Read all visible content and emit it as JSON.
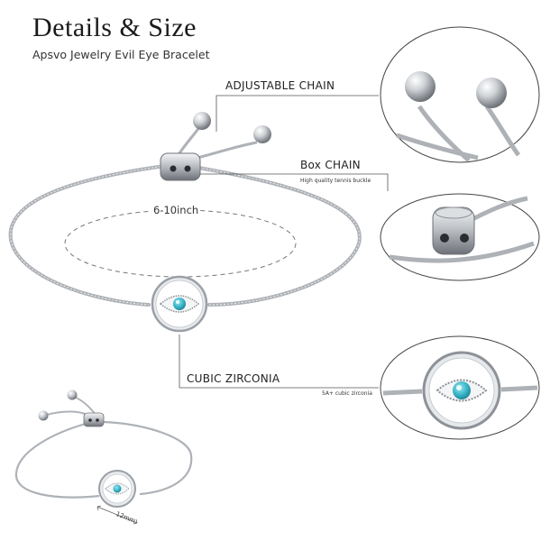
{
  "header": {
    "title": "Details & Size",
    "subtitle": "Apsvo Jewelry Evil Eye Bracelet"
  },
  "callouts": {
    "adjustable_chain": "ADJUSTABLE CHAIN",
    "box_chain": "Box CHAIN",
    "box_chain_note": "High quality tennis buckle",
    "cubic_zirconia": "CUBIC ZIRCONIA",
    "cubic_zirconia_note": "5A+ cubic zirconia"
  },
  "measurements": {
    "size_range": "6-10inch",
    "charm_diameter": "12mm"
  },
  "colors": {
    "metal": "#c9ccd0",
    "metal_dark": "#8e9298",
    "turquoise": "#3fb8c9",
    "line": "#555555"
  },
  "icons": [
    "evil-eye-charm-icon",
    "slider-bead-icon",
    "ball-end-icon"
  ]
}
